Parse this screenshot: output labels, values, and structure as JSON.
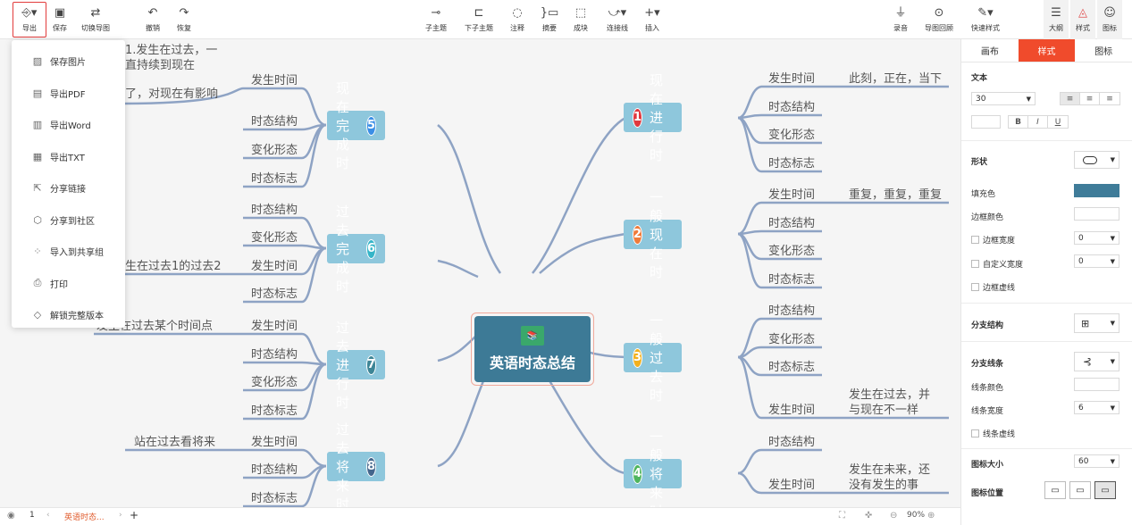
{
  "toolbar": {
    "export": "导出",
    "save": "保存",
    "switch_map": "切换导图",
    "undo": "撤销",
    "redo": "恢复",
    "subtopic": "子主题",
    "child_subtopic": "下子主题",
    "note": "注释",
    "summary": "摘要",
    "block": "成块",
    "connector": "连接线",
    "insert": "插入",
    "record": "录音",
    "map_review": "导图回顾",
    "quick_style": "快速样式",
    "outline": "大纲",
    "style": "样式",
    "icon": "图标"
  },
  "export_menu": [
    {
      "label": "保存图片",
      "icon": "image-icon"
    },
    {
      "label": "导出PDF",
      "icon": "pdf-icon"
    },
    {
      "label": "导出Word",
      "icon": "word-icon"
    },
    {
      "label": "导出TXT",
      "icon": "txt-icon"
    },
    {
      "label": "分享链接",
      "icon": "share-link-icon"
    },
    {
      "label": "分享到社区",
      "icon": "community-icon"
    },
    {
      "label": "导入到共享组",
      "icon": "group-icon"
    },
    {
      "label": "打印",
      "icon": "print-icon"
    },
    {
      "label": "解锁完整版本",
      "icon": "diamond-icon"
    }
  ],
  "mindmap": {
    "center": "英语时态总结",
    "right": [
      {
        "num": "1",
        "title": "现在进行时",
        "color": "#e0383e",
        "items": [
          "发生时间",
          "时态结构",
          "变化形态",
          "时态标志"
        ],
        "note": "此刻，正在，当下"
      },
      {
        "num": "2",
        "title": "一般现在时",
        "color": "#ef7b3a",
        "items": [
          "发生时间",
          "时态结构",
          "变化形态",
          "时态标志"
        ],
        "note": "重复，重复，重复"
      },
      {
        "num": "3",
        "title": "一般过去时",
        "color": "#f2b01c",
        "items": [
          "时态结构",
          "变化形态",
          "时态标志",
          "发生时间"
        ],
        "note_line1": "发生在过去，并",
        "note_line2": "与现在不一样"
      },
      {
        "num": "4",
        "title": "一般将来时",
        "color": "#4fb55d",
        "items": [
          "时态结构",
          "发生时间"
        ],
        "note_line1": "发生在未来，还",
        "note_line2": "没有发生的事"
      }
    ],
    "left": [
      {
        "num": "5",
        "title": "现在完成时",
        "color": "#3a8ee6",
        "items": [
          "发生时间",
          "时态结构",
          "变化形态",
          "时态标志"
        ],
        "note_line1": "1.发生在过去，一",
        "note_line2": "直持续到现在",
        "note_line3": "了，对现在有影响"
      },
      {
        "num": "6",
        "title": "过去完成时",
        "color": "#35b5c8",
        "items": [
          "时态结构",
          "变化形态",
          "发生时间",
          "时态标志"
        ],
        "note": "生在过去1的过去2"
      },
      {
        "num": "7",
        "title": "过去进行时",
        "color": "#3d8596",
        "items": [
          "发生时间",
          "时态结构",
          "变化形态",
          "时态标志"
        ],
        "note": "发生在过去某个时间点"
      },
      {
        "num": "8",
        "title": "过去将来时",
        "color": "#44668c",
        "items": [
          "发生时间",
          "时态结构",
          "时态标志"
        ],
        "note": "站在过去看将来"
      }
    ]
  },
  "panel": {
    "tabs": [
      "画布",
      "样式",
      "图标"
    ],
    "active_tab": "样式",
    "text_label": "文本",
    "font_size": "30",
    "shape_label": "形状",
    "fill_label": "填充色",
    "fill_color": "#3f7c99",
    "border_color_label": "边框颜色",
    "border_width_label": "边框宽度",
    "border_width": "0",
    "custom_width_label": "自定义宽度",
    "custom_width": "0",
    "border_dashed_label": "边框虚线",
    "branch_structure_label": "分支结构",
    "branch_line_label": "分支线条",
    "line_color_label": "线条颜色",
    "line_width_label": "线条宽度",
    "line_width": "6",
    "line_dashed_label": "线条虚线",
    "icon_size_label": "图标大小",
    "icon_size": "60",
    "icon_position_label": "图标位置"
  },
  "status": {
    "page_num": "1",
    "tab_name": "英语时态...",
    "zoom": "90%"
  }
}
